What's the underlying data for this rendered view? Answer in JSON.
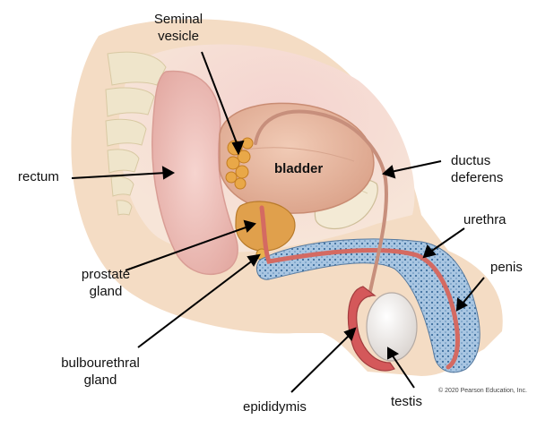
{
  "labels": {
    "seminal_vesicle": [
      "Seminal",
      "vesicle"
    ],
    "bladder": "bladder",
    "rectum": "rectum",
    "ductus_deferens": [
      "ductus",
      "deferens"
    ],
    "urethra": "urethra",
    "penis": "penis",
    "prostate_gland": [
      "prostate",
      "gland"
    ],
    "bulbourethral_gland": [
      "bulbourethral",
      "gland"
    ],
    "epididymis": "epididymis",
    "testis": "testis"
  },
  "copyright": "© 2020 Pearson Education, Inc.",
  "colors": {
    "skin": "#f3d9c0",
    "pelvic_bg": "#f6dcd0",
    "rectum": "#efc4bd",
    "bladder": "#e7b9a0",
    "glands": "#e8a74a",
    "spongy_tissue": "#7fa8cf",
    "urethra": "#d9736a",
    "bone": "#efe6cf",
    "testis": "#f4f1ee",
    "epididymis": "#d4585a"
  }
}
